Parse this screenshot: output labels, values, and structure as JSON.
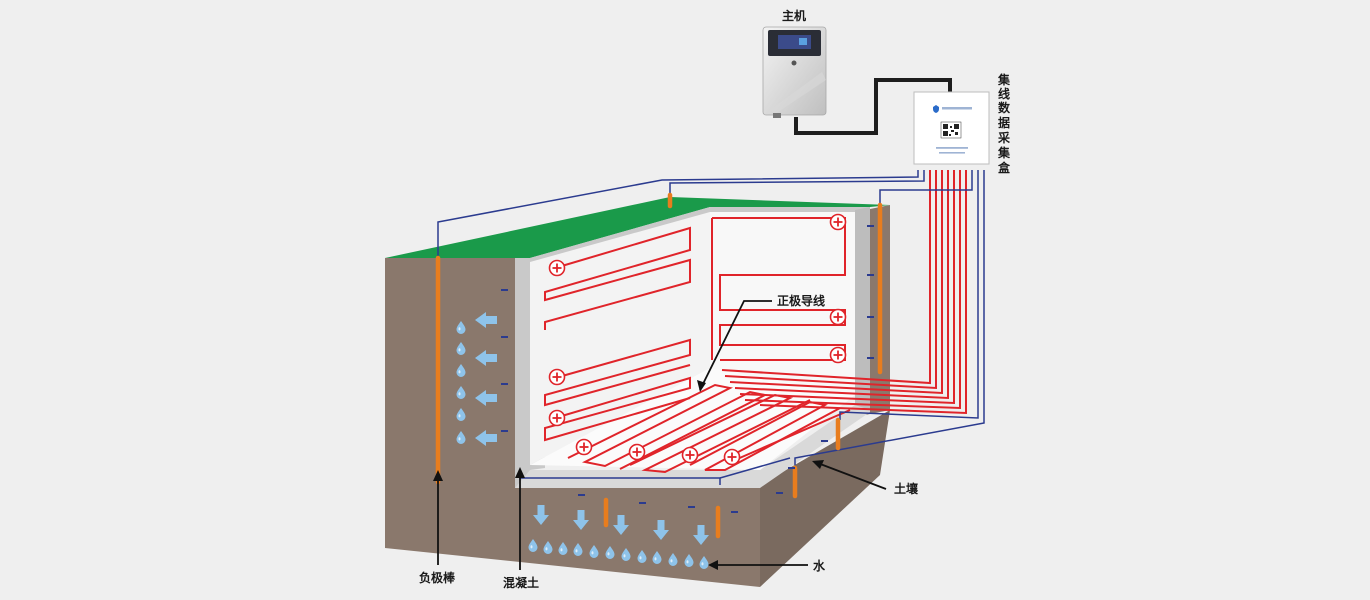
{
  "labels": {
    "host": "主机",
    "collector": [
      "集",
      "线",
      "数",
      "据",
      "采",
      "集",
      "盒"
    ],
    "positive_wire": "正极导线",
    "soil": "土壤",
    "water": "水",
    "negative_rod": "负极棒",
    "concrete": "混凝土"
  },
  "colors": {
    "background": "#efefef",
    "soil": "#8a786c",
    "soil_dark": "#7a6a5f",
    "grass": "#1a9a4a",
    "concrete": "#c9c9c9",
    "concrete_light": "#e8e8e8",
    "interior": "#f6f6f6",
    "positive_wire": "#e0242a",
    "negative_wire": "#2b3b8f",
    "rod": "#e87d1e",
    "water": "#8ec3ea",
    "host_cable": "#1e1e1e"
  },
  "icons": {
    "positive_symbol": "plus-circle-icon",
    "negative_symbol": "minus-icon",
    "water_drop": "water-drop-icon",
    "flow_arrow": "arrow-icon"
  }
}
